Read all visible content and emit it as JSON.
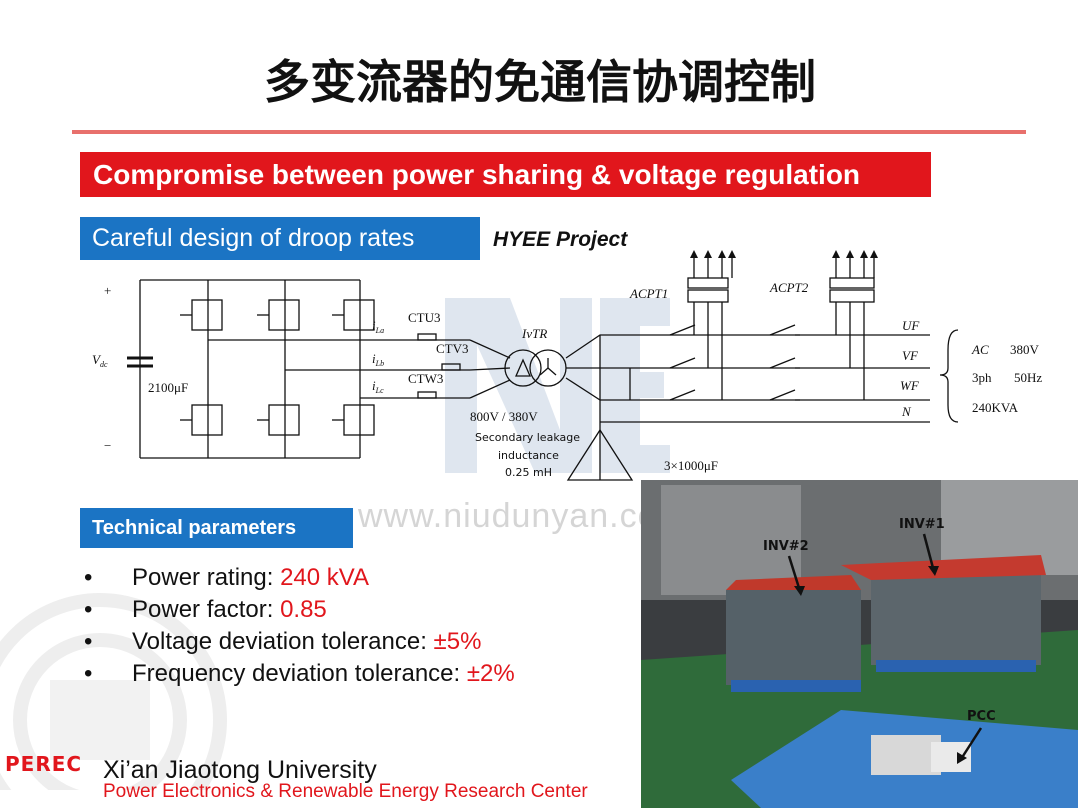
{
  "title": "多变流器的免通信协调控制",
  "banner": "Compromise between power sharing & voltage regulation",
  "section": "Careful design of droop rates",
  "project": "HYEE Project",
  "circuit": {
    "plus": "+",
    "minus": "−",
    "vdc": "V",
    "vdc_sub": "dc",
    "cap": "2100μF",
    "ctu": "CTU3",
    "ctv": "CTV3",
    "ctw": "CTW3",
    "ila": "i",
    "ila_sub": "La",
    "ilb": "i",
    "ilb_sub": "Lb",
    "ilc": "i",
    "ilc_sub": "Lc",
    "ivtr": "IvTR",
    "ratio": "800V / 380V",
    "leak1": "Secondary leakage",
    "leak2": "inductance",
    "leak3": "0.25 mH",
    "acpt1": "ACPT1",
    "acpt2": "ACPT2",
    "uf": "UF",
    "vf": "VF",
    "wf": "WF",
    "n": "N",
    "ac": "AC",
    "v380": "380V",
    "ph": "3ph",
    "hz": "50Hz",
    "kva": "240KVA",
    "caps3": "3×1000μF"
  },
  "tech_header": "Technical parameters",
  "watermark": "www.niudunyan.com",
  "params": [
    {
      "label": "Power rating: ",
      "value": "240 kVA"
    },
    {
      "label": "Power factor: ",
      "value": "0.85"
    },
    {
      "label": "Voltage deviation tolerance: ",
      "value": "±5%"
    },
    {
      "label": "Frequency deviation tolerance: ",
      "value": "±2%"
    }
  ],
  "photo": {
    "inv1": "INV#1",
    "inv2": "INV#2",
    "pcc": "PCC"
  },
  "footer": {
    "logo": "PEREC",
    "university": "Xi’an Jiaotong University",
    "center": "Power Electronics & Renewable Energy Research Center"
  }
}
